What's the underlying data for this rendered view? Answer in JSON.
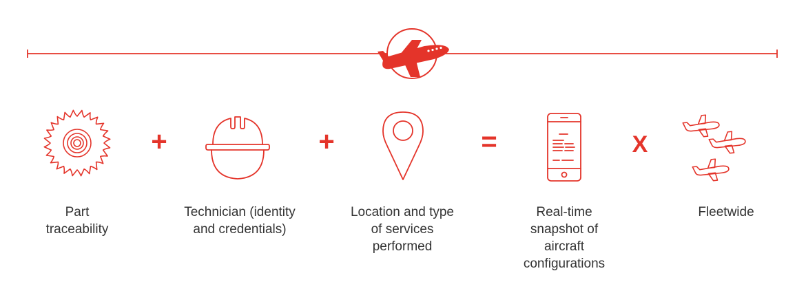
{
  "colors": {
    "accent": "#e4342a",
    "text": "#333333",
    "background": "#ffffff"
  },
  "header": {
    "icon": "airplane-icon"
  },
  "steps": [
    {
      "icon": "circular-saw-blade-icon",
      "label_lines": [
        "Part",
        "traceability"
      ]
    },
    {
      "icon": "hard-hat-icon",
      "label_lines": [
        "Technician (identity",
        "and credentials)"
      ]
    },
    {
      "icon": "map-pin-icon",
      "label_lines": [
        "Location and type",
        "of services",
        "performed"
      ]
    },
    {
      "icon": "smartphone-document-icon",
      "label_lines": [
        "Real-time",
        "snapshot of",
        "aircraft",
        "configurations"
      ]
    },
    {
      "icon": "airplane-fleet-icon",
      "label_lines": [
        "Fleetwide"
      ]
    }
  ],
  "operators": [
    "+",
    "+",
    "=",
    "X"
  ]
}
